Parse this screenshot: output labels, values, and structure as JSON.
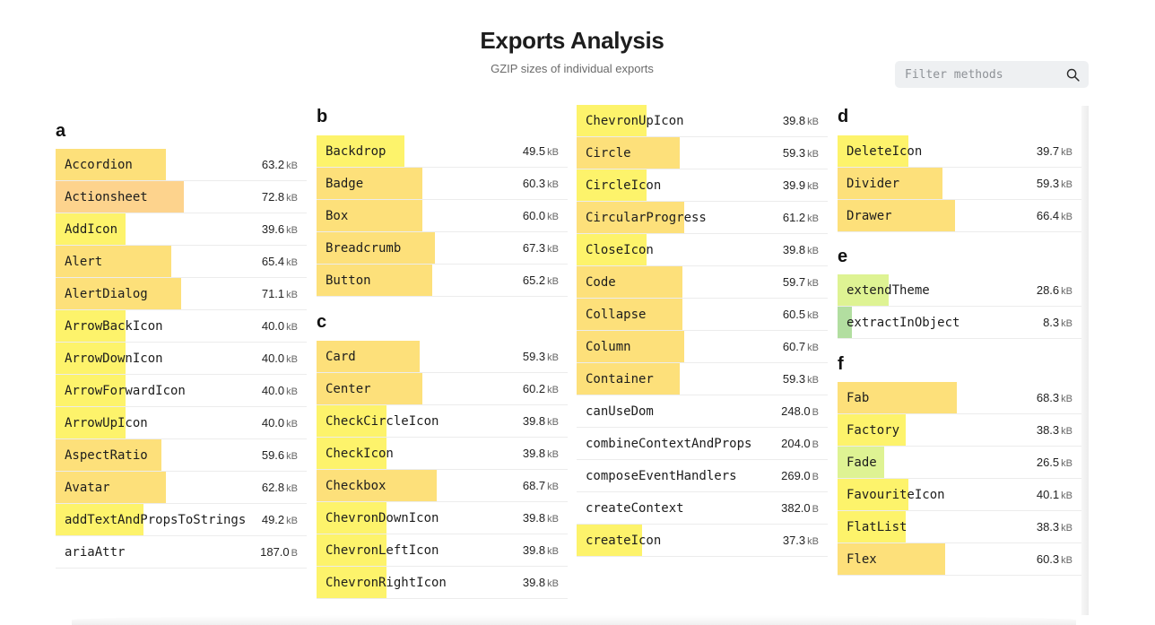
{
  "header": {
    "title": "Exports Analysis",
    "subtitle": "GZIP sizes of individual exports"
  },
  "filter": {
    "placeholder": "Filter methods",
    "icon": "search-icon"
  },
  "colors": {
    "yellow": "#fdf36b",
    "amber": "#fde07a",
    "orange": "#fdd38d",
    "lightgreen": "#def393",
    "green": "#b2dea0"
  },
  "columns": [
    {
      "groups": [
        {
          "letter": "a",
          "items": [
            {
              "name": "Accordion",
              "value": "63.2",
              "unit": "kB",
              "fill": 0.44,
              "color": "#fde07a"
            },
            {
              "name": "Actionsheet",
              "value": "72.8",
              "unit": "kB",
              "fill": 0.51,
              "color": "#fdd38d"
            },
            {
              "name": "AddIcon",
              "value": "39.6",
              "unit": "kB",
              "fill": 0.28,
              "color": "#fdf36b"
            },
            {
              "name": "Alert",
              "value": "65.4",
              "unit": "kB",
              "fill": 0.46,
              "color": "#fde07a"
            },
            {
              "name": "AlertDialog",
              "value": "71.1",
              "unit": "kB",
              "fill": 0.5,
              "color": "#fde07a"
            },
            {
              "name": "ArrowBackIcon",
              "value": "40.0",
              "unit": "kB",
              "fill": 0.28,
              "color": "#fdf36b"
            },
            {
              "name": "ArrowDownIcon",
              "value": "40.0",
              "unit": "kB",
              "fill": 0.28,
              "color": "#fdf36b"
            },
            {
              "name": "ArrowForwardIcon",
              "value": "40.0",
              "unit": "kB",
              "fill": 0.28,
              "color": "#fdf36b"
            },
            {
              "name": "ArrowUpIcon",
              "value": "40.0",
              "unit": "kB",
              "fill": 0.28,
              "color": "#fdf36b"
            },
            {
              "name": "AspectRatio",
              "value": "59.6",
              "unit": "kB",
              "fill": 0.42,
              "color": "#fde07a"
            },
            {
              "name": "Avatar",
              "value": "62.8",
              "unit": "kB",
              "fill": 0.44,
              "color": "#fde07a"
            },
            {
              "name": "addTextAndPropsToStrings",
              "value": "49.2",
              "unit": "kB",
              "fill": 0.35,
              "color": "#fdf36b"
            },
            {
              "name": "ariaAttr",
              "value": "187.0",
              "unit": "B",
              "fill": 0,
              "color": "#fdf36b"
            }
          ]
        }
      ]
    },
    {
      "groups": [
        {
          "letter": "b",
          "items": [
            {
              "name": "Backdrop",
              "value": "49.5",
              "unit": "kB",
              "fill": 0.35,
              "color": "#fdf36b"
            },
            {
              "name": "Badge",
              "value": "60.3",
              "unit": "kB",
              "fill": 0.42,
              "color": "#fde07a"
            },
            {
              "name": "Box",
              "value": "60.0",
              "unit": "kB",
              "fill": 0.42,
              "color": "#fde07a"
            },
            {
              "name": "Breadcrumb",
              "value": "67.3",
              "unit": "kB",
              "fill": 0.47,
              "color": "#fde07a"
            },
            {
              "name": "Button",
              "value": "65.2",
              "unit": "kB",
              "fill": 0.46,
              "color": "#fde07a"
            }
          ]
        },
        {
          "letter": "c",
          "items": [
            {
              "name": "Card",
              "value": "59.3",
              "unit": "kB",
              "fill": 0.41,
              "color": "#fde07a"
            },
            {
              "name": "Center",
              "value": "60.2",
              "unit": "kB",
              "fill": 0.42,
              "color": "#fde07a"
            },
            {
              "name": "CheckCircleIcon",
              "value": "39.8",
              "unit": "kB",
              "fill": 0.28,
              "color": "#fdf36b"
            },
            {
              "name": "CheckIcon",
              "value": "39.8",
              "unit": "kB",
              "fill": 0.28,
              "color": "#fdf36b"
            },
            {
              "name": "Checkbox",
              "value": "68.7",
              "unit": "kB",
              "fill": 0.48,
              "color": "#fde07a"
            },
            {
              "name": "ChevronDownIcon",
              "value": "39.8",
              "unit": "kB",
              "fill": 0.28,
              "color": "#fdf36b"
            },
            {
              "name": "ChevronLeftIcon",
              "value": "39.8",
              "unit": "kB",
              "fill": 0.28,
              "color": "#fdf36b"
            },
            {
              "name": "ChevronRightIcon",
              "value": "39.8",
              "unit": "kB",
              "fill": 0.28,
              "color": "#fdf36b"
            }
          ]
        }
      ]
    },
    {
      "groups": [
        {
          "letter": "",
          "items": [
            {
              "name": "ChevronUpIcon",
              "value": "39.8",
              "unit": "kB",
              "fill": 0.28,
              "color": "#fdf36b"
            },
            {
              "name": "Circle",
              "value": "59.3",
              "unit": "kB",
              "fill": 0.41,
              "color": "#fde07a"
            },
            {
              "name": "CircleIcon",
              "value": "39.9",
              "unit": "kB",
              "fill": 0.28,
              "color": "#fdf36b"
            },
            {
              "name": "CircularProgress",
              "value": "61.2",
              "unit": "kB",
              "fill": 0.43,
              "color": "#fde07a"
            },
            {
              "name": "CloseIcon",
              "value": "39.8",
              "unit": "kB",
              "fill": 0.28,
              "color": "#fdf36b"
            },
            {
              "name": "Code",
              "value": "59.7",
              "unit": "kB",
              "fill": 0.42,
              "color": "#fde07a"
            },
            {
              "name": "Collapse",
              "value": "60.5",
              "unit": "kB",
              "fill": 0.42,
              "color": "#fde07a"
            },
            {
              "name": "Column",
              "value": "60.7",
              "unit": "kB",
              "fill": 0.43,
              "color": "#fde07a"
            },
            {
              "name": "Container",
              "value": "59.3",
              "unit": "kB",
              "fill": 0.41,
              "color": "#fde07a"
            },
            {
              "name": "canUseDom",
              "value": "248.0",
              "unit": "B",
              "fill": 0,
              "color": "#fdf36b"
            },
            {
              "name": "combineContextAndProps",
              "value": "204.0",
              "unit": "B",
              "fill": 0,
              "color": "#fdf36b"
            },
            {
              "name": "composeEventHandlers",
              "value": "269.0",
              "unit": "B",
              "fill": 0,
              "color": "#fdf36b"
            },
            {
              "name": "createContext",
              "value": "382.0",
              "unit": "B",
              "fill": 0,
              "color": "#fdf36b"
            },
            {
              "name": "createIcon",
              "value": "37.3",
              "unit": "kB",
              "fill": 0.26,
              "color": "#fdf36b"
            }
          ]
        }
      ]
    },
    {
      "groups": [
        {
          "letter": "d",
          "items": [
            {
              "name": "DeleteIcon",
              "value": "39.7",
              "unit": "kB",
              "fill": 0.29,
              "color": "#fdf36b"
            },
            {
              "name": "Divider",
              "value": "59.3",
              "unit": "kB",
              "fill": 0.43,
              "color": "#fde07a"
            },
            {
              "name": "Drawer",
              "value": "66.4",
              "unit": "kB",
              "fill": 0.48,
              "color": "#fde07a"
            }
          ]
        },
        {
          "letter": "e",
          "items": [
            {
              "name": "extendTheme",
              "value": "28.6",
              "unit": "kB",
              "fill": 0.21,
              "color": "#def393"
            },
            {
              "name": "extractInObject",
              "value": "8.3",
              "unit": "kB",
              "fill": 0.06,
              "color": "#b2dea0"
            }
          ]
        },
        {
          "letter": "f",
          "items": [
            {
              "name": "Fab",
              "value": "68.3",
              "unit": "kB",
              "fill": 0.49,
              "color": "#fde07a"
            },
            {
              "name": "Factory",
              "value": "38.3",
              "unit": "kB",
              "fill": 0.28,
              "color": "#fdf36b"
            },
            {
              "name": "Fade",
              "value": "26.5",
              "unit": "kB",
              "fill": 0.19,
              "color": "#def393"
            },
            {
              "name": "FavouriteIcon",
              "value": "40.1",
              "unit": "kB",
              "fill": 0.29,
              "color": "#fdf36b"
            },
            {
              "name": "FlatList",
              "value": "38.3",
              "unit": "kB",
              "fill": 0.28,
              "color": "#fdf36b"
            },
            {
              "name": "Flex",
              "value": "60.3",
              "unit": "kB",
              "fill": 0.44,
              "color": "#fde07a"
            }
          ]
        }
      ]
    }
  ]
}
